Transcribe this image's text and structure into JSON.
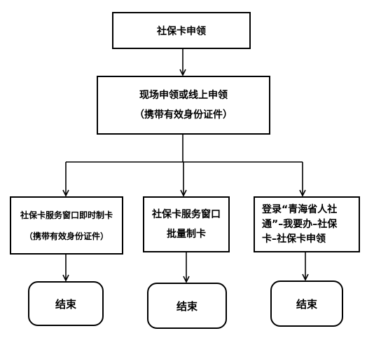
{
  "flowchart": {
    "start": "社保卡申领",
    "apply": {
      "line1": "现场申领或线上申领",
      "line2": "（携带有效身份证件）"
    },
    "branch_window_instant": {
      "line1": "社保卡服务窗口即时制卡",
      "line2": "（携带有效身份证件）"
    },
    "branch_window_batch": {
      "line1": "社保卡服务窗口",
      "line2": "批量制卡"
    },
    "branch_online": {
      "line1": "登录“青海省人社",
      "line2": "通”–我要办–社保",
      "line3": "卡–社保卡申领"
    },
    "end_labels": [
      "结束",
      "结束",
      "结束"
    ]
  },
  "colors": {
    "stroke": "#000000",
    "background": "#ffffff"
  }
}
